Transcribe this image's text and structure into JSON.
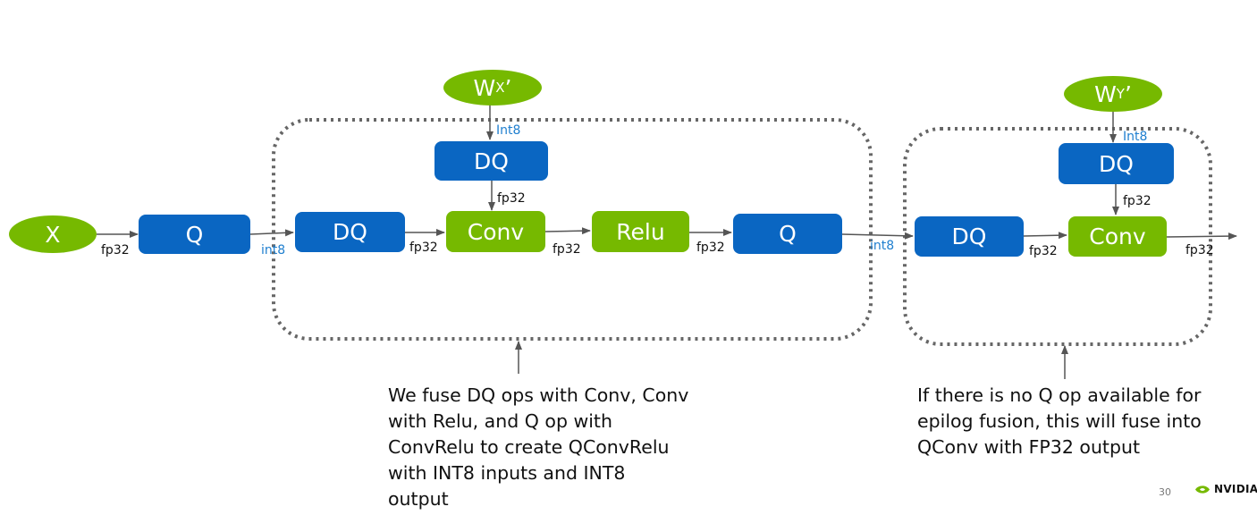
{
  "nodes": {
    "x_input": "X",
    "q1": "Q",
    "wx_weight": "Wx'",
    "wx_main": "W",
    "wx_sub": "X",
    "wx_prime": "’",
    "dq_weight_1": "DQ",
    "dq_input_1": "DQ",
    "conv_1": "Conv",
    "relu": "Relu",
    "q2": "Q",
    "wy_main": "W",
    "wy_sub": "Y",
    "wy_prime": "’",
    "dq_weight_2": "DQ",
    "dq_input_2": "DQ",
    "conv_2": "Conv"
  },
  "edge_labels": {
    "x_to_q": "fp32",
    "q_to_dq": "int8",
    "wx_to_dq": "Int8",
    "dqw_to_conv": "fp32",
    "dq_to_conv": "fp32",
    "conv_to_relu": "fp32",
    "relu_to_q": "fp32",
    "q_to_dq2": "int8",
    "wy_to_dq": "Int8",
    "dqw2_to_conv2": "fp32",
    "dq2_to_conv2": "fp32",
    "conv2_out": "fp32"
  },
  "notes": {
    "left": [
      "We fuse DQ ops with Conv, Conv",
      "with Relu, and Q op with",
      "ConvRelu to create QConvRelu",
      "with INT8 inputs and INT8",
      "output"
    ],
    "right": [
      "If there is no Q op available for",
      "epilog fusion, this will fuse into",
      "QConv with FP32 output"
    ]
  },
  "footer": {
    "page_number": "30",
    "logo_text": "NVIDIA"
  },
  "colors": {
    "blue": "#0a66c2",
    "green": "#76b900",
    "int_label": "#1f7fcf",
    "dashed": "#666666"
  }
}
